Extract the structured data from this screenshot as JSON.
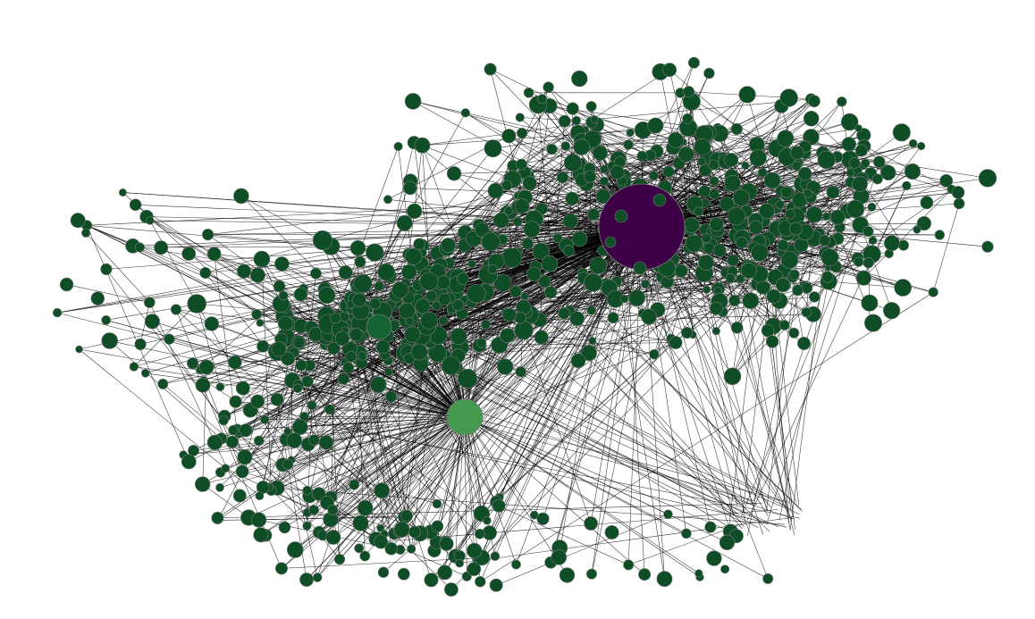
{
  "diagram": {
    "type": "network-graph",
    "labels_shown": false,
    "background_color": "#ffffff",
    "edge_color": "#000000",
    "node_outline_color": "#7a7a7a",
    "colors": {
      "regular_node": "#0e4d25",
      "hub_primary": "#3d0047",
      "hub_secondary": "#45994f",
      "hub_tertiary": "#156332"
    },
    "clusters": [
      {
        "name": "upper-right-cluster",
        "relative_density": 1.0
      },
      {
        "name": "center-left-cluster",
        "relative_density": 0.6
      },
      {
        "name": "lower-left-arc-cluster",
        "relative_density": 0.35
      }
    ],
    "hubs": [
      {
        "name": "hub-primary",
        "color_key": "hub_primary",
        "relative_size": 1.0
      },
      {
        "name": "hub-secondary",
        "color_key": "hub_secondary",
        "relative_size": 0.42
      },
      {
        "name": "hub-tertiary",
        "color_key": "hub_tertiary",
        "relative_size": 0.3
      }
    ]
  }
}
